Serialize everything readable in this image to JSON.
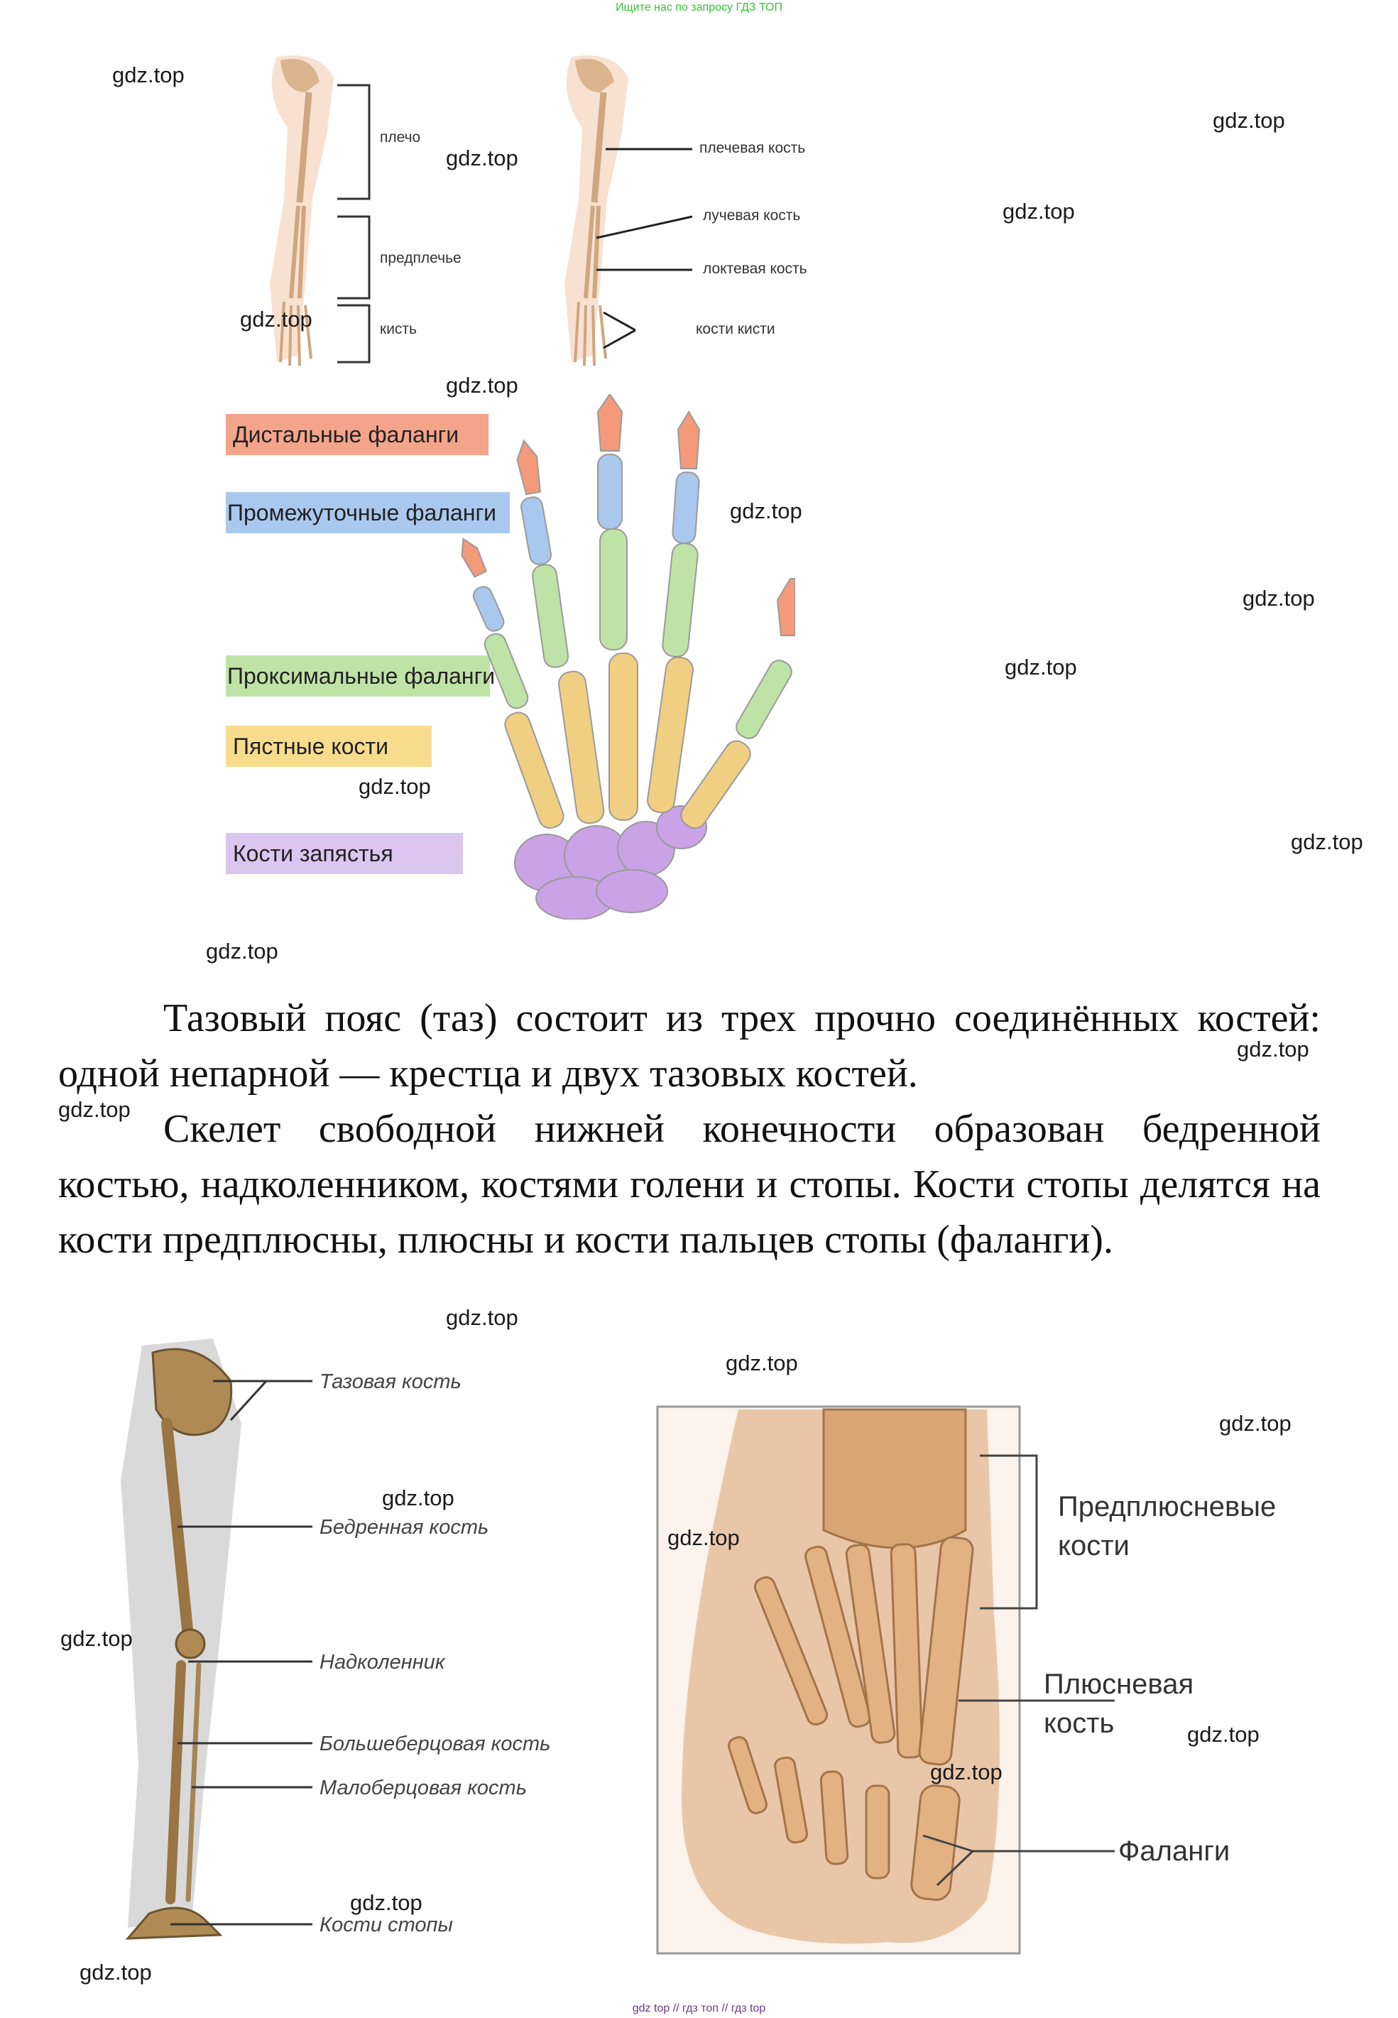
{
  "header_note": "Ищите нас по запросу ГДЗ ТОП",
  "footer_note": "gdz top // гдз топ // гдз top",
  "watermark": "gdz.top",
  "arm_figure": {
    "left_labels": [
      "плечо",
      "предплечье",
      "кисть"
    ],
    "right_labels": [
      "плечевая кость",
      "лучевая кость",
      "локтевая кость",
      "кости кисти"
    ]
  },
  "hand_legend": {
    "items": [
      {
        "label": "Дистальные фаланги",
        "color": "#f4a48a"
      },
      {
        "label": "Промежуточные фаланги",
        "color": "#a9c8ee"
      },
      {
        "label": "Проксимальные фаланги",
        "color": "#bfe3a6"
      },
      {
        "label": "Пястные кости",
        "color": "#f7dc8e"
      },
      {
        "label": "Кости запястья",
        "color": "#dcc5ee"
      }
    ]
  },
  "text": {
    "para1": "Тазовый пояс (таз) состоит из трех прочно соединённых костей: одной непарной — крестца и двух тазовых костей.",
    "para2": "Скелет свободной нижней конечности образован бедренной костью, надколенником, костями голени и стопы. Кости стопы делятся на кости предплюсны, плюсны и кости пальцев стопы (фаланги)."
  },
  "leg_figure": {
    "labels": [
      "Тазовая кость",
      "Бедренная кость",
      "Надколенник",
      "Большеберцовая кость",
      "Малоберцовая кость",
      "Кости стопы"
    ]
  },
  "foot_figure": {
    "labels": [
      "Предплюсневые",
      "кости",
      "Плюсневая",
      "кость",
      "Фаланги"
    ]
  }
}
